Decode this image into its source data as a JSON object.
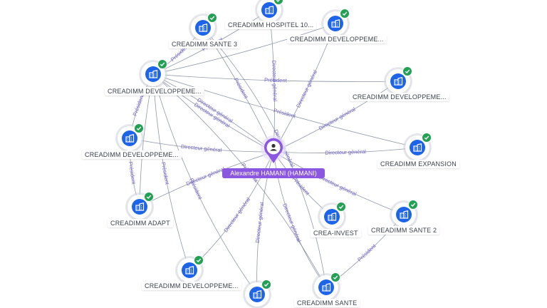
{
  "center": {
    "label": "Alexandre HAMANI (HAMANI)",
    "icon": "person-icon",
    "color": "#8b56e0"
  },
  "nodes": [
    {
      "id": "n1",
      "label": "CREADIMM HOSPITEL 10...",
      "icon": "building-icon",
      "verified": true
    },
    {
      "id": "n2",
      "label": "CREADIMM SANTE 3",
      "icon": "building-icon",
      "verified": true
    },
    {
      "id": "n3",
      "label": "CREADIMM DEVELOPPEME...",
      "icon": "building-icon",
      "verified": true
    },
    {
      "id": "n4",
      "label": "CREADIMM DEVELOPPEME...",
      "icon": "building-icon",
      "verified": true
    },
    {
      "id": "n5",
      "label": "CREADIMM DEVELOPPEME...",
      "icon": "building-icon",
      "verified": true
    },
    {
      "id": "n6",
      "label": "CREADIMM DEVELOPPEME...",
      "icon": "building-icon",
      "verified": true
    },
    {
      "id": "n7",
      "label": "CREADIMM EXPANSION",
      "icon": "building-icon",
      "verified": true
    },
    {
      "id": "n8",
      "label": "CREADIMM ADAPT",
      "icon": "building-icon",
      "verified": true
    },
    {
      "id": "n9",
      "label": "CREA-INVEST",
      "icon": "building-icon",
      "verified": true
    },
    {
      "id": "n10",
      "label": "CREADIMM SANTE 2",
      "icon": "building-icon",
      "verified": true
    },
    {
      "id": "n11",
      "label": "CREADIMM DEVELOPPEME...",
      "icon": "building-icon",
      "verified": true
    },
    {
      "id": "n12",
      "label": "",
      "icon": "building-icon",
      "verified": true
    },
    {
      "id": "n13",
      "label": "CREADIMM SANTE",
      "icon": "building-icon",
      "verified": true
    }
  ],
  "edges": [
    {
      "from": "center",
      "to": "n1",
      "label": "Directeur général"
    },
    {
      "from": "center",
      "to": "n2",
      "label": "Président"
    },
    {
      "from": "center",
      "to": "n3",
      "label": "Directeur général"
    },
    {
      "from": "center",
      "to": "n4",
      "label": "Directeur général"
    },
    {
      "from": "center",
      "to": "n5",
      "label": "Directeur général"
    },
    {
      "from": "center",
      "to": "n7",
      "label": "Directeur général"
    },
    {
      "from": "center",
      "to": "n8",
      "label": "Directeur général"
    },
    {
      "from": "center",
      "to": "n9",
      "label": "Président"
    },
    {
      "from": "center",
      "to": "n10",
      "label": "Directeur général"
    },
    {
      "from": "center",
      "to": "n11",
      "label": "Directeur général"
    },
    {
      "from": "center",
      "to": "n12",
      "label": "Directeur général"
    },
    {
      "from": "center",
      "to": "n13",
      "label": "Directeur général"
    },
    {
      "from": "n4",
      "to": "n1",
      "label": "Président"
    },
    {
      "from": "n4",
      "to": "n2",
      "label": "Président"
    },
    {
      "from": "n4",
      "to": "n3",
      "label": ""
    },
    {
      "from": "n4",
      "to": "n6",
      "label": "Président"
    },
    {
      "from": "n4",
      "to": "n5",
      "label": "Président"
    },
    {
      "from": "n4",
      "to": "n7",
      "label": "Président"
    },
    {
      "from": "n4",
      "to": "n8",
      "label": ""
    },
    {
      "from": "n4",
      "to": "n11",
      "label": "Président"
    },
    {
      "from": "n4",
      "to": "n12",
      "label": "Président"
    },
    {
      "from": "n4",
      "to": "n13",
      "label": "Président"
    },
    {
      "from": "n4",
      "to": "center",
      "label": "Directeur général"
    },
    {
      "from": "n6",
      "to": "center",
      "label": "Directeur général"
    },
    {
      "from": "n6",
      "to": "n8",
      "label": "Président"
    },
    {
      "from": "n13",
      "to": "n10",
      "label": "Président"
    },
    {
      "from": "n13",
      "to": "n2",
      "label": "Directeur général"
    }
  ],
  "colors": {
    "node_fill": "#1d64e8",
    "check": "#22a155",
    "edge": "#7c8799",
    "edge_label": "#6f63c9"
  }
}
